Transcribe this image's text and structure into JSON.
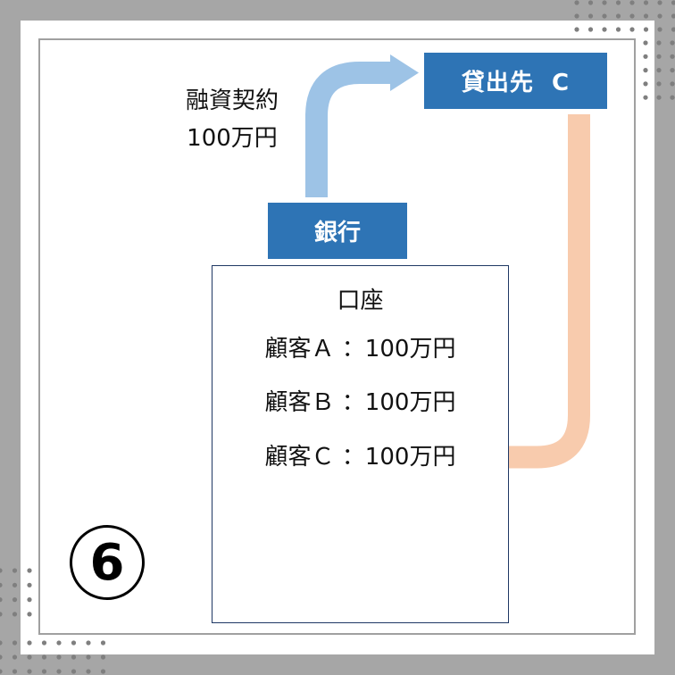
{
  "lender": {
    "label": "貸出先  C"
  },
  "bank": {
    "label": "銀行"
  },
  "loan": {
    "line1": "融資契約",
    "line2": "100万円"
  },
  "account": {
    "title": "口座",
    "entries": [
      "顧客Ａ ：100万円",
      "顧客Ｂ ：100万円",
      "顧客Ｃ ：100万円"
    ]
  },
  "step": {
    "number": "6"
  },
  "colors": {
    "box": "#2e74b5",
    "blue_arrow": "#9dc3e6",
    "orange_arrow": "#f8cbad",
    "background": "#a6a6a6"
  }
}
